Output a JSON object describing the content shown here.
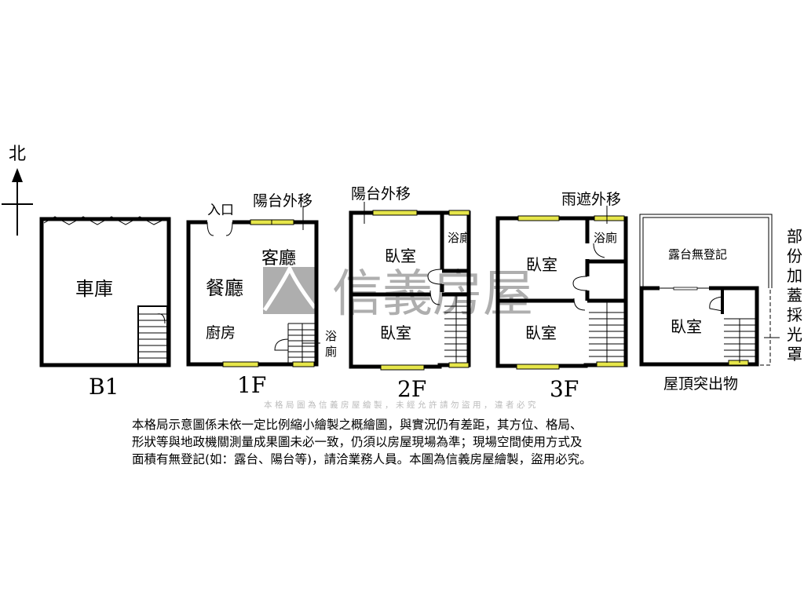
{
  "north_label": "北",
  "floors": {
    "b1": {
      "label": "B1",
      "rooms": [
        "車庫"
      ]
    },
    "f1": {
      "label": "1F",
      "rooms": [
        "客廳",
        "餐廳",
        "廚房"
      ],
      "bath_top": "浴",
      "bath_bottom": "廁",
      "entrance": "入口",
      "note": "陽台外移"
    },
    "f2": {
      "label": "2F",
      "rooms": [
        "臥室",
        "臥室",
        "浴廁"
      ],
      "note": "陽台外移"
    },
    "f3": {
      "label": "3F",
      "rooms": [
        "臥室",
        "臥室",
        "浴廁"
      ],
      "note": "雨遮外移"
    },
    "roof": {
      "label": "屋頂突出物",
      "rooms": [
        "露台無登記",
        "臥室"
      ],
      "side_note": [
        "部",
        "份",
        "加",
        "蓋",
        "採",
        "光",
        "罩"
      ]
    }
  },
  "watermark": {
    "brand": "信義房屋",
    "small": "本格局圖為信義房屋繪製，未經允許請勿盜用，違者必究"
  },
  "disclaimer": [
    "本格局示意圖係未依一定比例縮小繪製之概繪圖，與實況仍有差距，其方位、格局、",
    "形狀等與地政機關測量成果圖未必一致，仍須以房屋現場為準；現場空間使用方式及",
    "面積有無登記(如：露台、陽台等)，請洽業務人員。本圖為信義房屋繪製，盜用必究。"
  ],
  "colors": {
    "window": "#e6e64a",
    "watermark": "#a6a6a6"
  }
}
